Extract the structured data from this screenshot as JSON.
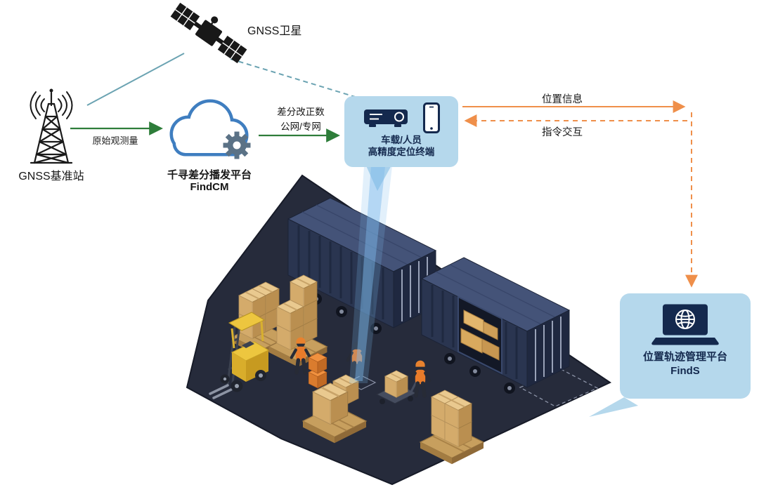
{
  "nodes": {
    "satellite": {
      "label": "GNSS卫星"
    },
    "base_station": {
      "label": "GNSS基准站"
    },
    "cloud": {
      "name": "千寻差分播发平台",
      "product": "FindCM"
    },
    "terminal": {
      "line1": "车载/人员",
      "line2": "高精度定位终端"
    },
    "platform": {
      "name": "位置轨迹管理平台",
      "product": "FindS"
    }
  },
  "links": {
    "raw_observation": "原始观测量",
    "diff_correction": "差分改正数",
    "network": "公网/专网",
    "position_info": "位置信息",
    "command": "指令交互"
  },
  "icons": {
    "satellite": "gnss-satellite-icon",
    "base_station": "radio-tower-icon",
    "cloud_platform": "cloud-gear-icon",
    "terminal_receiver": "vehicle-receiver-icon",
    "terminal_phone": "smartphone-icon",
    "management_platform": "laptop-globe-icon"
  },
  "colors": {
    "bubble_bg": "#b5d8ec",
    "label_navy": "#14294e",
    "arrow_green": "#2e7d3a",
    "arrow_orange": "#ef8f4a",
    "line_teal": "#6ba3b2",
    "cloud_blue": "#3f7ec0",
    "scene_platform": "#262b3b",
    "container_navy": "#2a3550",
    "box_tan": "#d4ab6b",
    "forklift_yellow": "#edc63f",
    "vest_orange": "#e87b2a"
  }
}
